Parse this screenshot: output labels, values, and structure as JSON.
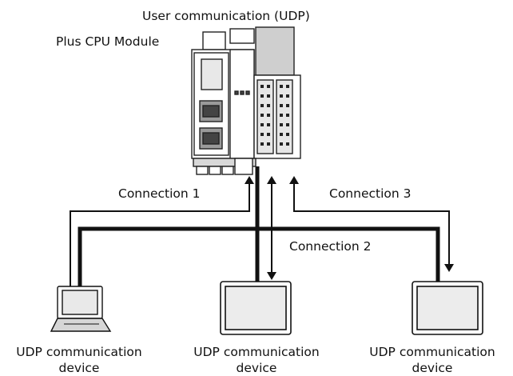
{
  "diagram": {
    "title": "User communication (UDP)",
    "module_label": "Plus CPU Module",
    "connections": [
      "Connection 1",
      "Connection 2",
      "Connection 3"
    ],
    "devices": [
      {
        "line1": "UDP communication",
        "line2": "device",
        "icon": "laptop-icon"
      },
      {
        "line1": "UDP communication",
        "line2": "device",
        "icon": "touch-panel-icon"
      },
      {
        "line1": "UDP communication",
        "line2": "device",
        "icon": "touch-panel-icon"
      }
    ]
  }
}
